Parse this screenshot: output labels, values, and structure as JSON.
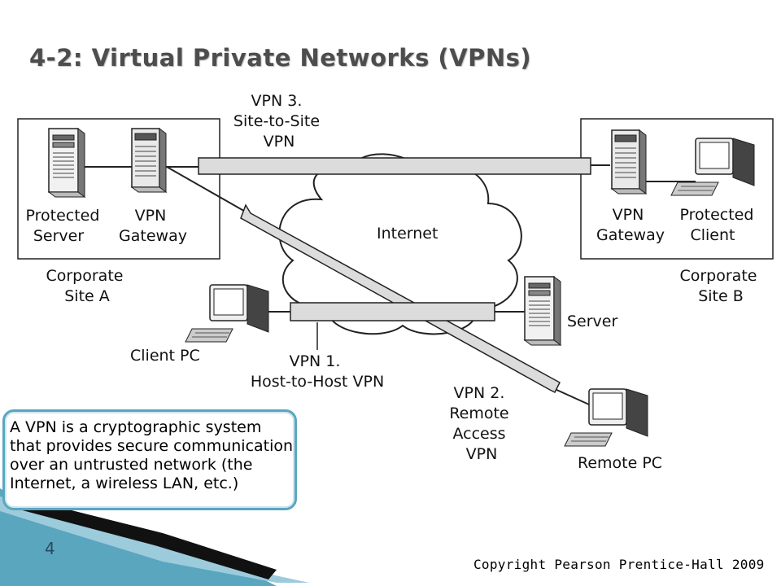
{
  "slide": {
    "title": "4-2: Virtual Private Networks (VPNs)",
    "page_number": "4",
    "copyright": "Copyright Pearson Prentice-Hall 2009"
  },
  "callout": {
    "lines": [
      "A VPN is a cryptographic system",
      "that provides secure communication",
      "over an untrusted network (the",
      "Internet, a wireless LAN, etc.)"
    ]
  },
  "diagram": {
    "internet_label": "Internet",
    "site_a": {
      "name_lines": [
        "Corporate",
        "Site A"
      ],
      "server_label": [
        "Protected",
        "Server"
      ],
      "gateway_label": [
        "VPN",
        "Gateway"
      ]
    },
    "site_b": {
      "name_lines": [
        "Corporate",
        "Site B"
      ],
      "gateway_label": [
        "VPN",
        "Gateway"
      ],
      "client_label": [
        "Protected",
        "Client"
      ]
    },
    "vpn3_label": [
      "VPN 3.",
      "Site-to-Site",
      "VPN"
    ],
    "vpn1_label": [
      "VPN 1.",
      "Host-to-Host VPN"
    ],
    "vpn2_label": [
      "VPN 2.",
      "Remote",
      "Access",
      "VPN"
    ],
    "client_pc_label": "Client PC",
    "server_label": "Server",
    "remote_pc_label": "Remote PC"
  },
  "colors": {
    "accent_teal": "#5aa6bf",
    "tunnel_fill": "#dcdcdc",
    "dark": "#222222"
  }
}
